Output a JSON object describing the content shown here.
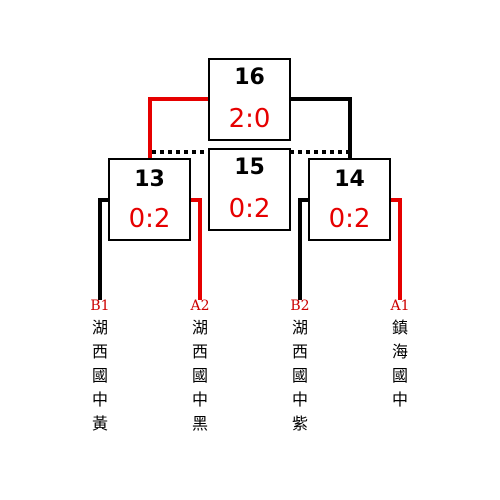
{
  "colors": {
    "winner_path": "#e60000",
    "loser_path": "#000000",
    "score_text": "#e60000",
    "seed_text": "#cc0000"
  },
  "matches": {
    "m16": {
      "number": "16",
      "score": "2:0"
    },
    "m15": {
      "number": "15",
      "score": "0:2"
    },
    "m13": {
      "number": "13",
      "score": "0:2"
    },
    "m14": {
      "number": "14",
      "score": "0:2"
    }
  },
  "teams": [
    {
      "seed": "B1",
      "name": "湖西國中黃"
    },
    {
      "seed": "A2",
      "name": "湖西國中黑"
    },
    {
      "seed": "B2",
      "name": "湖西國中紫"
    },
    {
      "seed": "A1",
      "name": "鎮海國中"
    }
  ]
}
